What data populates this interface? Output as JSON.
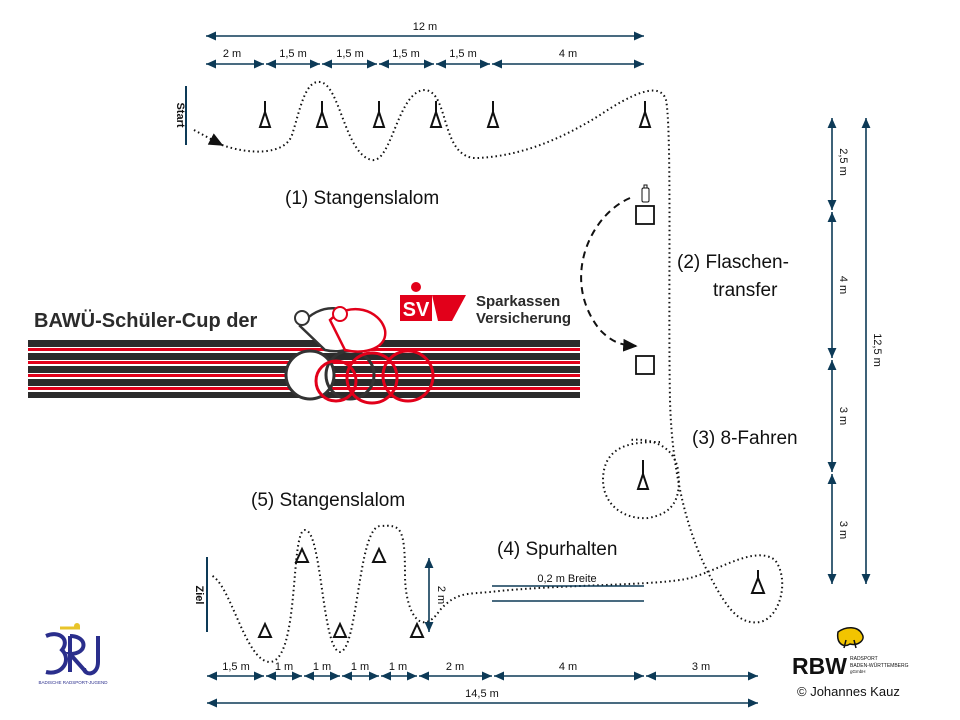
{
  "start_label": "Start",
  "finish_label": "Ziel",
  "stations": {
    "s1": "(1)  Stangenslalom",
    "s2a": "(2)  Flaschen-",
    "s2b": "transfer",
    "s3": "(3)  8-Fahren",
    "s4": "(4)  Spurhalten",
    "s5": "(5)  Stangenslalom"
  },
  "lane_width_label": "0,2 m Breite",
  "top_dims": {
    "total": "12 m",
    "segments": [
      "2 m",
      "1,5 m",
      "1,5 m",
      "1,5 m",
      "1,5 m",
      "4 m"
    ]
  },
  "right_dims": {
    "total": "12,5 m",
    "segments": [
      "2,5 m",
      "4 m",
      "3 m",
      "3 m"
    ]
  },
  "bottom_dims": {
    "total": "14,5 m",
    "segments": [
      "1,5 m",
      "1 m",
      "1 m",
      "1 m",
      "1 m",
      "2 m",
      "4 m",
      "3 m"
    ]
  },
  "slalom_height": "2 m",
  "banner": {
    "title": "BAWÜ-Schüler-Cup der",
    "sponsor_line1": "Sparkassen",
    "sponsor_line2": "Versicherung",
    "sponsor_mark": "SV"
  },
  "logos": {
    "brj_text": "BADISCHE RADSPORT-JUGEND",
    "rbw_text": "RBW",
    "rbw_sub1": "RADSPORT",
    "rbw_sub2": "BADEN-WÜRTTEMBERG",
    "rbw_sub3": "gGmbH"
  },
  "copyright": "© Johannes Kauz",
  "colors": {
    "accent_red": "#e2001a",
    "line": "#0d3a57",
    "stripe_dark": "#2b2b2b"
  }
}
